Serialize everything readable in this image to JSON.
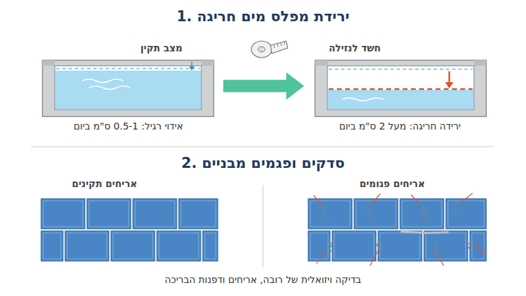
{
  "diagram": {
    "caption": "בדיקה ויזואלית של רובה, אריחים ודפנות הבריכה",
    "nodes": [
      {
        "text": [
          "מצב תקין",
          "אידוי רגיל: 0.5-1 ס\"מ ביום"
        ]
      },
      {
        "text": [
          "חשד לנזילה",
          "ירידה חריגה: מעל 2 ס\"מ ביום"
        ]
      },
      {
        "text": [
          "אריחים תקינים"
        ]
      },
      {
        "text": [
          "אריחים פגומים"
        ]
      }
    ],
    "edges": [
      {
        "from": 0,
        "to": 1,
        "arrow": "to"
      }
    ],
    "labels": [
      "1. ירידת מפלס מים חריגה",
      "2. סדקים ופגמים מבניים"
    ]
  }
}
